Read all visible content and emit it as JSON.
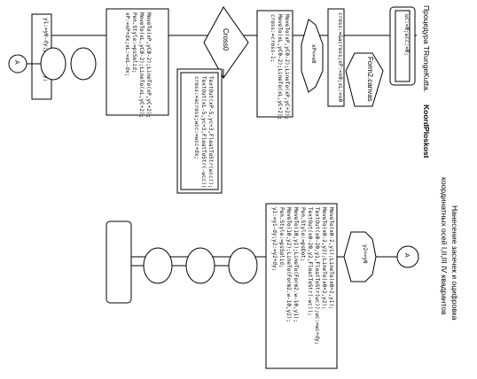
{
  "left_diagram": {
    "title_plain": "Процедура TRungeKutta.",
    "title_bold": "KoordPloskost",
    "start_params": "wc:=0;wcc:=0;",
    "canvas_label": "Form2.canvas",
    "cross_assign": "cross:=&across;xP:=x0;xL:=x0",
    "xp_hex": "xP<=x0",
    "move_block": [
      "MoveTo(xP,yC0-2);LineTo(xP,yC+2);",
      "MoveTo(xL,yC0-2);LineTo(xL,yC+2);",
      "cross:=cross-1;"
    ],
    "cross_decision": "Cross0",
    "text_block": [
      "TextOut(xP-5,yc+3,FloatToStr(wcc));",
      "TextOut(xL-5,yc+3,FloatToStr(-wcc));",
      "cross:=across;wcc:=wcc+dx;"
    ],
    "loop_block": [
      "MoveTo(xP,yC0-2);LineTo(xP,yC+2);",
      "MoveTo(xL,yC0-2);LineTo(xL,yC+2);",
      "Pen.Style:=psSolid;",
      "xP:=xP+dx;xL:=xL-dx;"
    ],
    "y_assign": "y1:=y0-dy;y2:=y0+dy;",
    "connector": "A"
  },
  "right_diagram": {
    "title_line1": "Нанесение засечек и оцифровка",
    "title_line2": "координатных осей I,II,III IV квадрантов",
    "connector": "A",
    "hex_label": "y2<=y0",
    "code_block": [
      "MoveTo(x0-2,y1);LineTo(x0+2,y1);",
      "MoveTo(x0-2,y2);LineTo(x0+2,y2);",
      "TextOut(x0-20,y1,FloatToStr(wc));wc:=wc+dy;",
      "TextOut(x0-20,y2,FloatToStr(-wc));",
      "Pen.Style:=psDot;",
      "MoveTo(10,y1);LineTo(Form2.w-10,y1);",
      "MoveTo(10,y2);LineTo(Form2.w-10,y2);",
      "Pen.Style:=psSolid;",
      "y1:=y1-dy;y2:=y2+dy;"
    ]
  }
}
